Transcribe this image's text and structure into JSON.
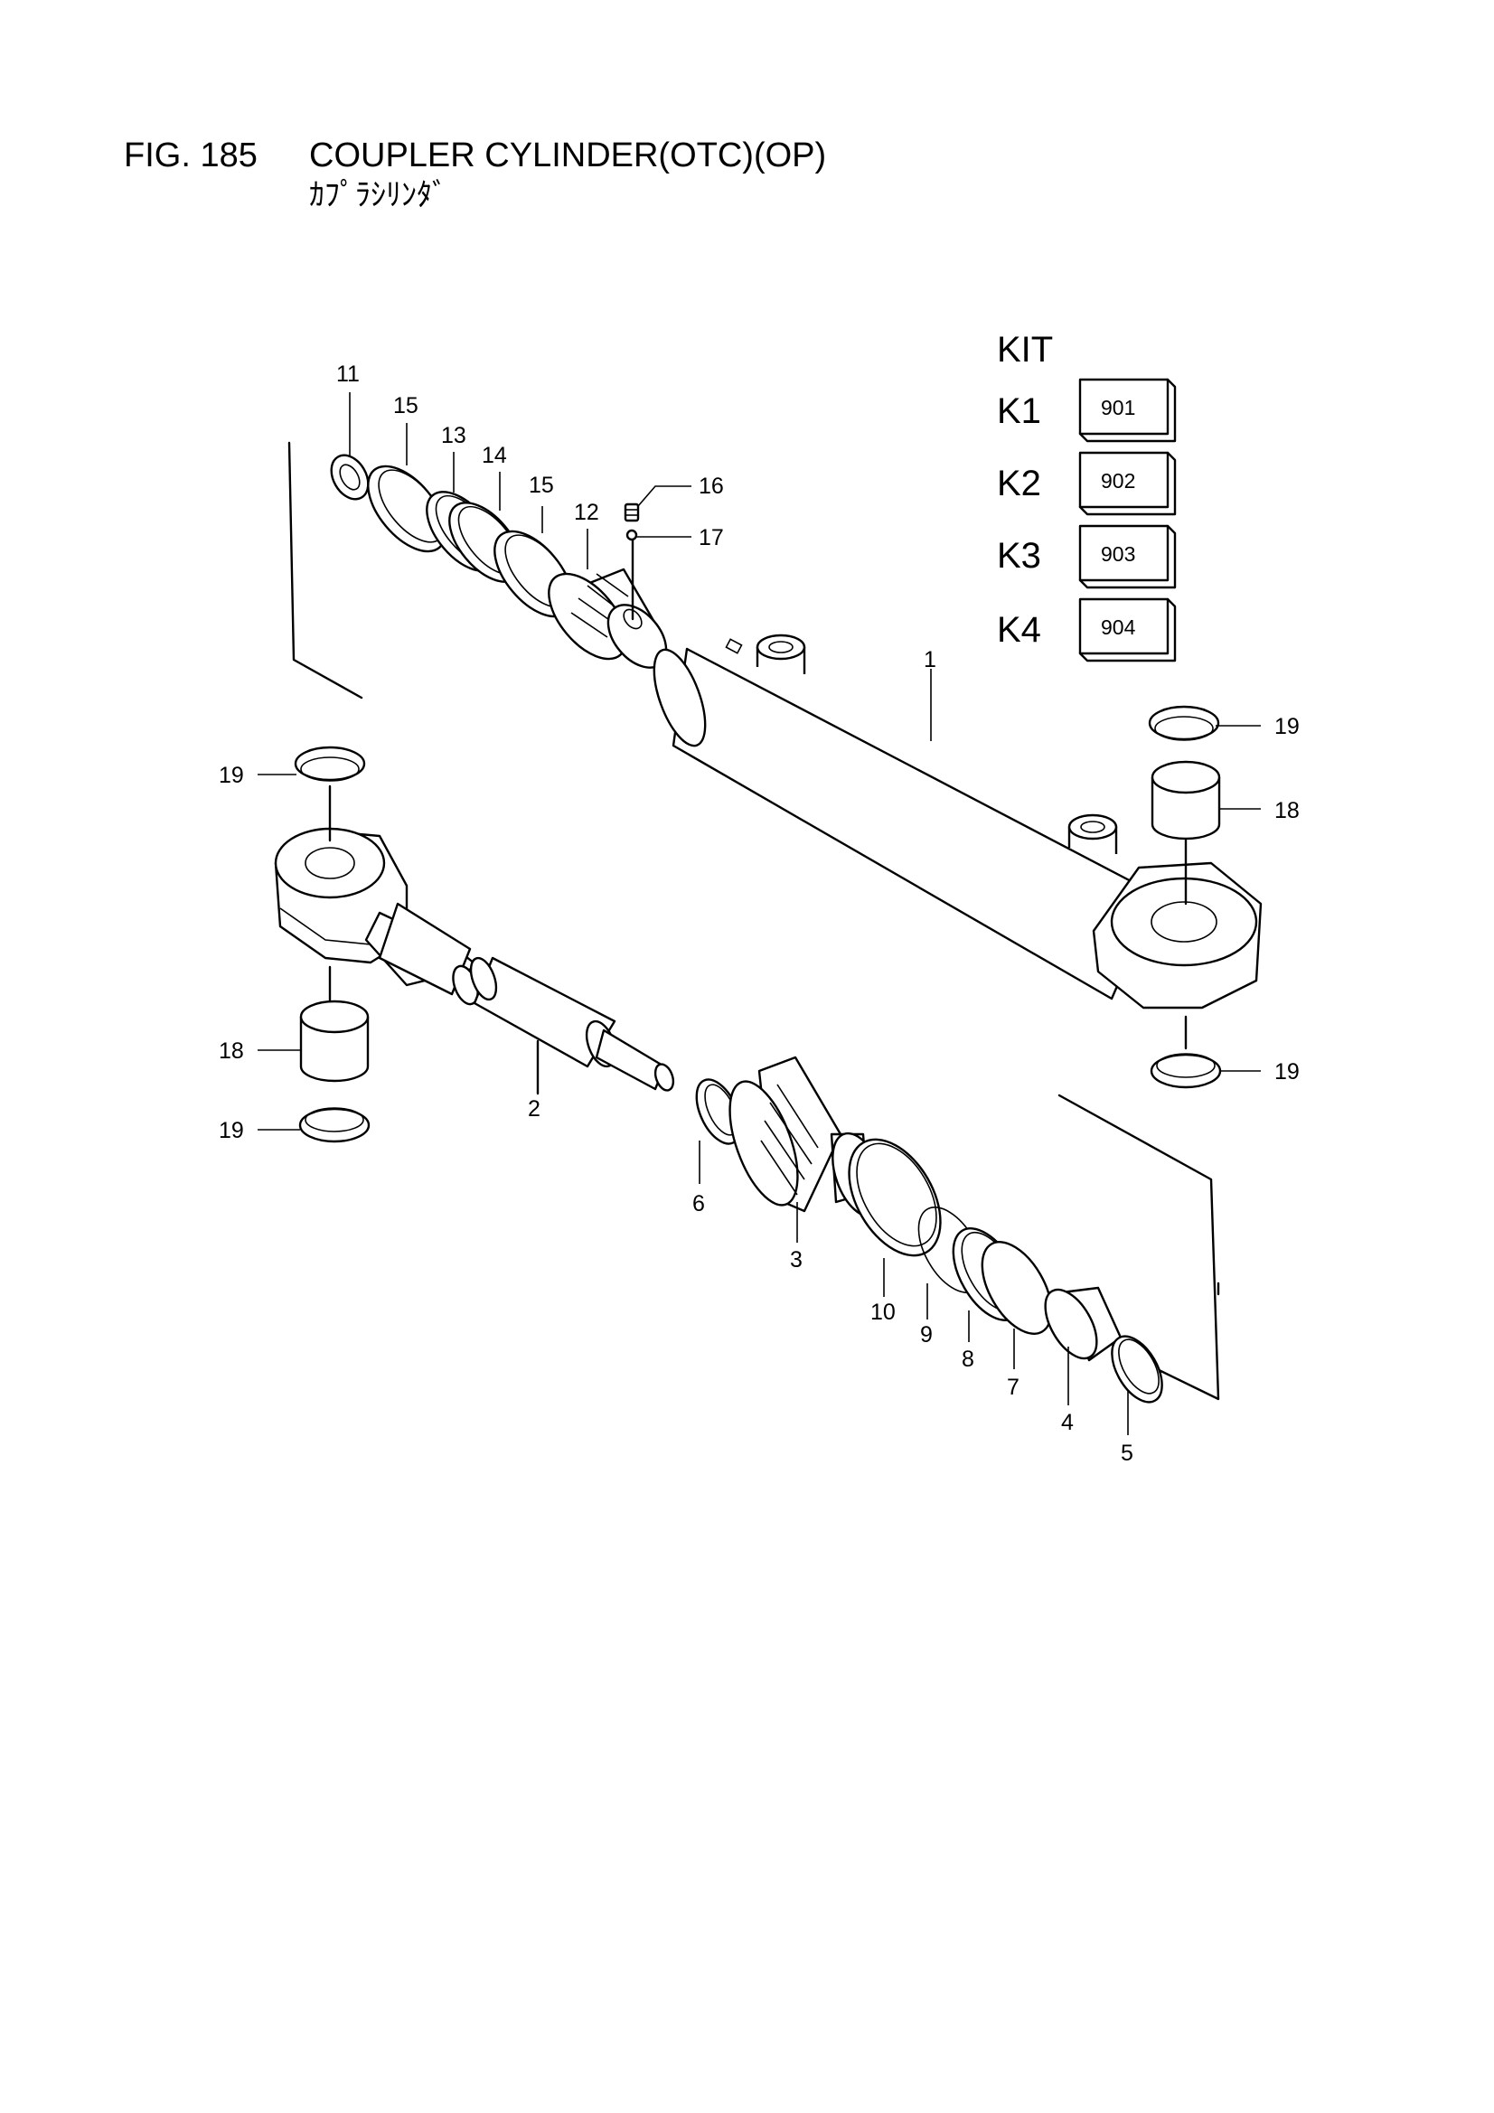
{
  "figure": {
    "number": "FIG. 185",
    "title": "COUPLER CYLINDER(OTC)(OP)",
    "subtitle": "ｶﾌﾟﾗｼﾘﾝﾀﾞ"
  },
  "kit": {
    "heading": "KIT",
    "items": [
      {
        "name": "K1",
        "code": "901"
      },
      {
        "name": "K2",
        "code": "902"
      },
      {
        "name": "K3",
        "code": "903"
      },
      {
        "name": "K4",
        "code": "904"
      }
    ]
  },
  "parts": {
    "p1": "1",
    "p2": "2",
    "p3": "3",
    "p4": "4",
    "p5": "5",
    "p6": "6",
    "p7": "7",
    "p8": "8",
    "p9": "9",
    "p10": "10",
    "p11": "11",
    "p12": "12",
    "p13": "13",
    "p14": "14",
    "p15a": "15",
    "p15b": "15",
    "p16": "16",
    "p17": "17",
    "p18a": "18",
    "p18b": "18",
    "p19a": "19",
    "p19b": "19",
    "p19c": "19",
    "p19d": "19"
  }
}
